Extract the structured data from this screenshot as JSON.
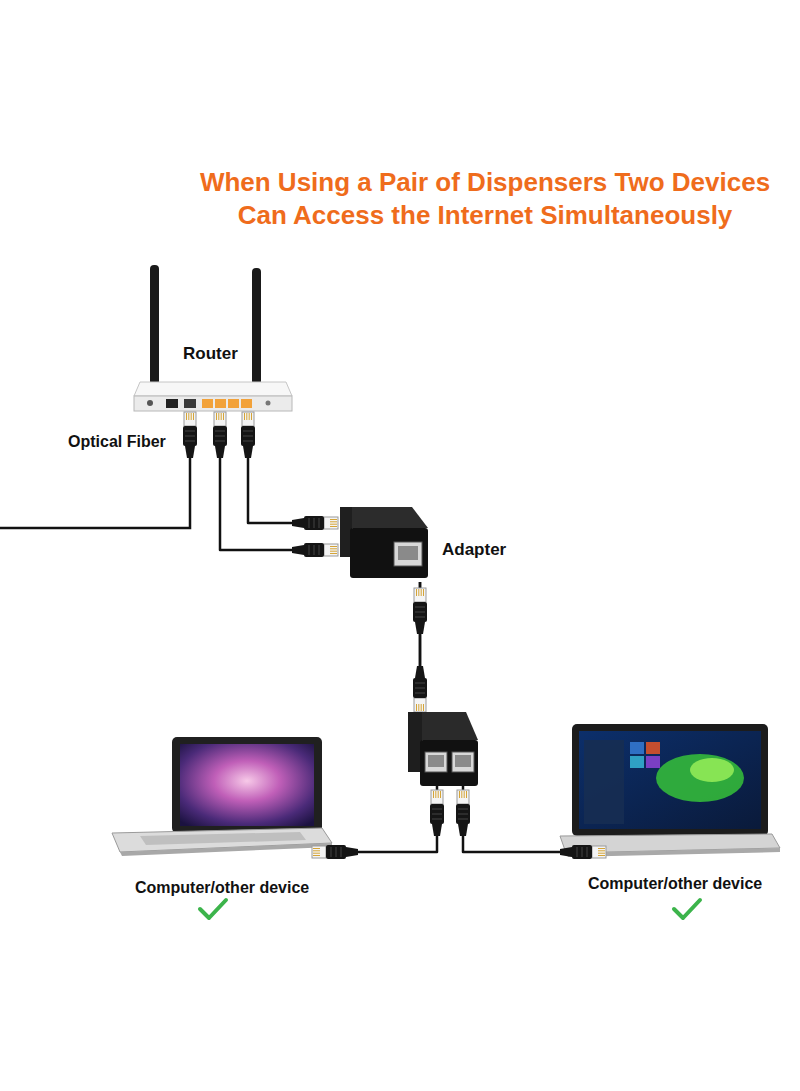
{
  "diagram": {
    "title": "When Using a Pair of Dispensers Two Devices Can Access the Internet Simultaneously",
    "nodes": [
      {
        "text": [
          "Router"
        ]
      },
      {
        "text": [
          "Adapter"
        ]
      },
      {
        "text": [
          "Computer/other device"
        ]
      },
      {
        "text": [
          "Computer/other device"
        ]
      }
    ],
    "edges": [
      {
        "from": 0,
        "to": 1,
        "arrow": "none"
      },
      {
        "from": 0,
        "to": 1,
        "arrow": "none"
      },
      {
        "from": 1,
        "to": 2,
        "arrow": "none"
      },
      {
        "from": 1,
        "to": 3,
        "arrow": "none"
      }
    ],
    "labels": [
      "Optical Fiber"
    ]
  }
}
